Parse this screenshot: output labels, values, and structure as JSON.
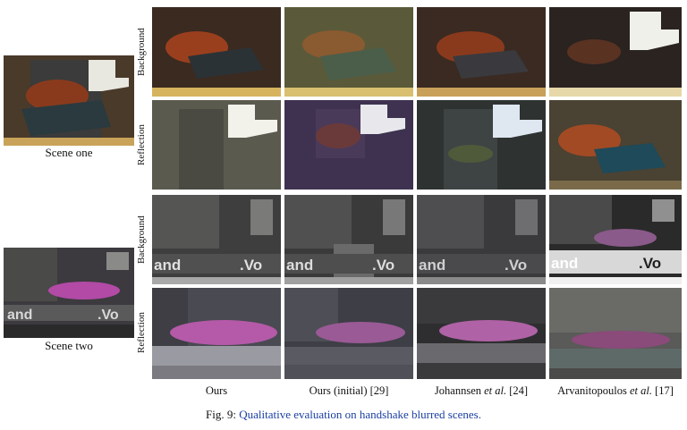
{
  "scenes": {
    "one": {
      "label": "Scene one"
    },
    "two": {
      "label": "Scene two"
    }
  },
  "row_labels": {
    "background_1": "Background",
    "reflection_1": "Reflection",
    "background_2": "Background",
    "reflection_2": "Reflection"
  },
  "columns": [
    {
      "label": "Ours"
    },
    {
      "label": "Ours (initial) [29]"
    },
    {
      "label_pre": "Johannsen ",
      "label_em": "et al.",
      "label_post": " [24]"
    },
    {
      "label_pre": "Arvanitopoulos ",
      "label_em": "et al.",
      "label_post": " [17]"
    }
  ],
  "caption": {
    "prefix": "Fig. 9:",
    "body": "Qualitative evaluation on handshake blurred scenes."
  },
  "overlay_text": {
    "word_a": "and",
    "word_b": ".Vo"
  }
}
